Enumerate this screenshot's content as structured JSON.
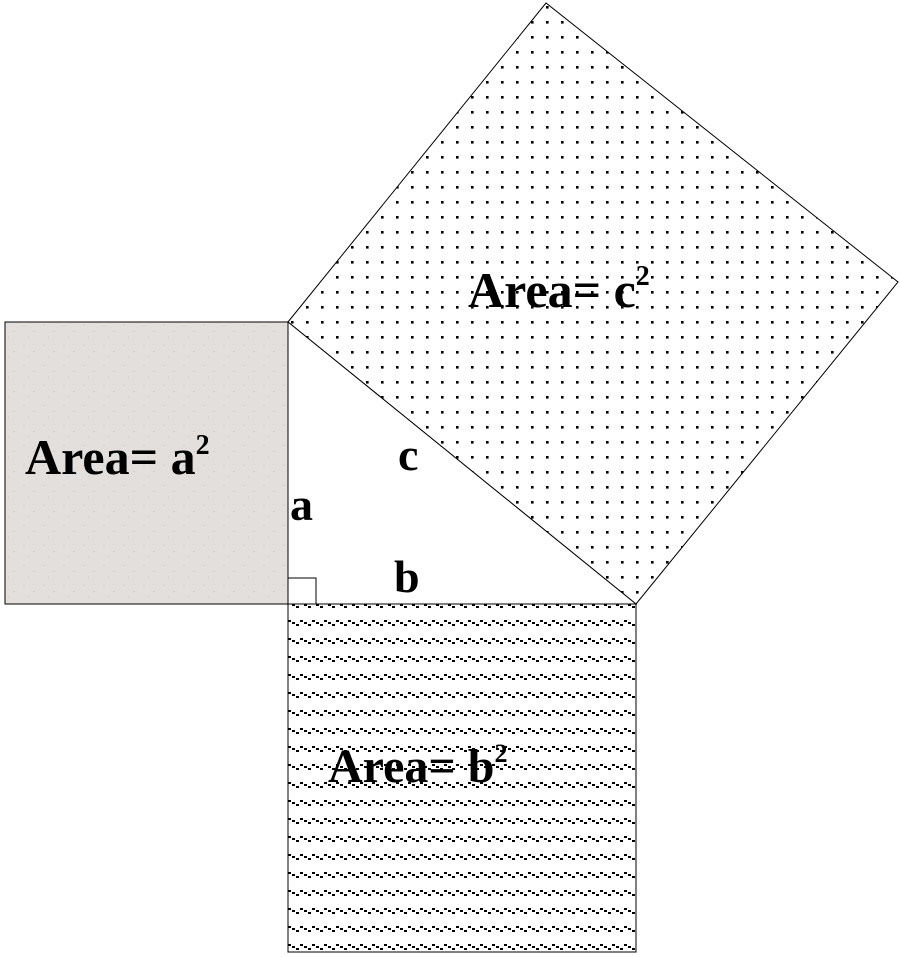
{
  "labels": {
    "area_a": "Area= a",
    "area_b": "Area= b",
    "area_c": "Area= c",
    "exponent": "2",
    "side_a": "a",
    "side_b": "b",
    "side_c": "c"
  },
  "colors": {
    "square_a_fill": "#e2dfdc",
    "square_a_texture": "#d4d0cc",
    "square_c_dots": "#000000",
    "square_b_dashes": "#000000",
    "outline": "#000000",
    "background": "#ffffff"
  }
}
